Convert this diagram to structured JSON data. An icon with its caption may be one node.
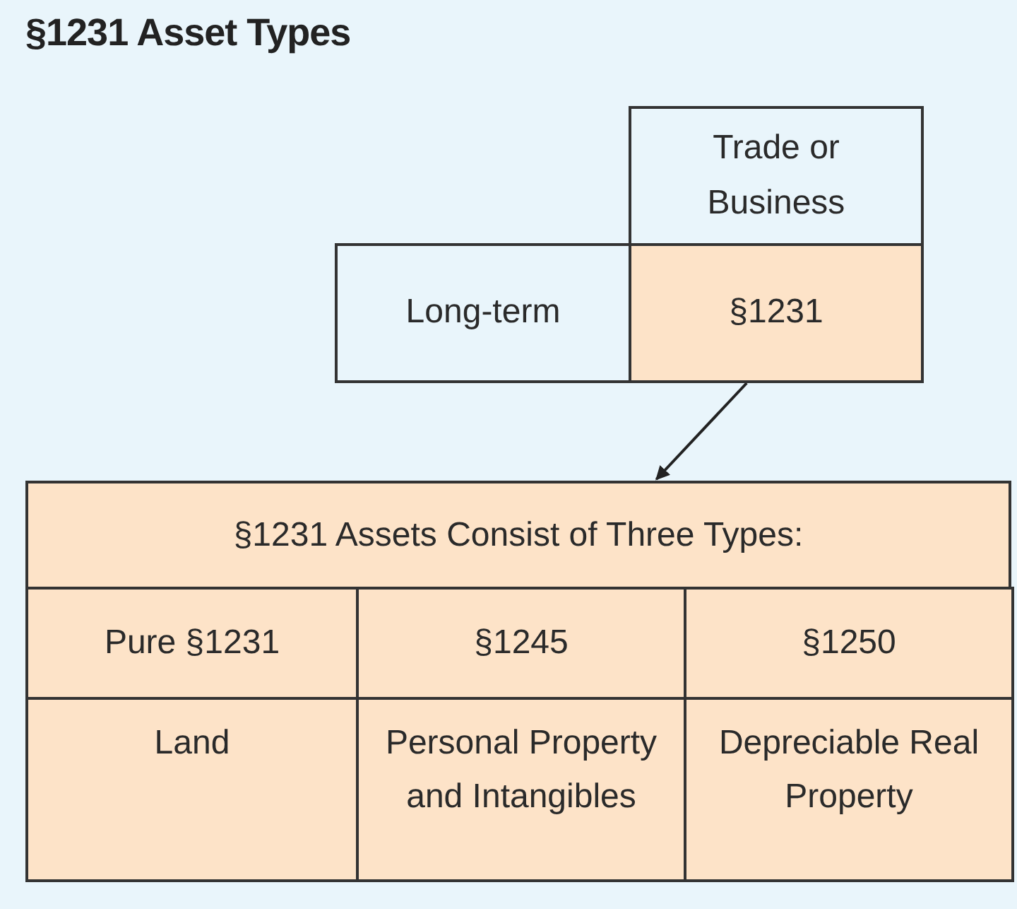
{
  "diagram": {
    "title": "§1231 Asset Types",
    "nodes": [
      {
        "text": [
          "Trade or Business"
        ]
      },
      {
        "text": [
          "Long-term"
        ]
      },
      {
        "text": [
          "§1231"
        ]
      },
      {
        "text": [
          "§1231 Assets Consist of Three Types:"
        ]
      },
      {
        "text": [
          "Pure §1231"
        ],
        "in": 3
      },
      {
        "text": [
          "§1245"
        ],
        "in": 3
      },
      {
        "text": [
          "§1250"
        ],
        "in": 3
      },
      {
        "text": [
          "Land"
        ],
        "in": 3
      },
      {
        "text": [
          "Personal Property and Intangibles"
        ],
        "in": 3
      },
      {
        "text": [
          "Depreciable Real Property"
        ],
        "in": 3
      }
    ],
    "edges": [
      {
        "from": 2,
        "to": 3,
        "arrow": "to"
      }
    ]
  }
}
